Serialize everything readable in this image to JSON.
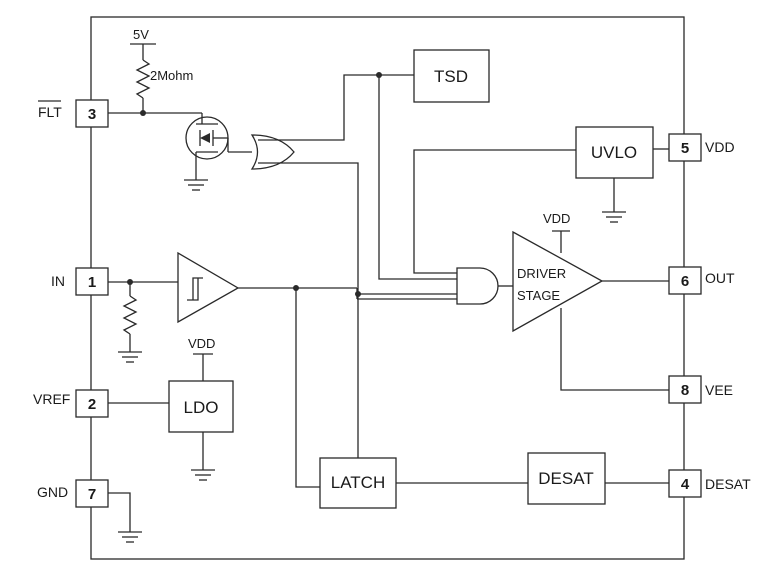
{
  "blocks": {
    "tsd": "TSD",
    "uvlo": "UVLO",
    "ldo": "LDO",
    "latch": "LATCH",
    "desat": "DESAT",
    "driver_line1": "DRIVER",
    "driver_line2": "STAGE"
  },
  "pins": {
    "flt": {
      "number": "3",
      "label": "FLT"
    },
    "in": {
      "number": "1",
      "label": "IN"
    },
    "vref": {
      "number": "2",
      "label": "VREF"
    },
    "gnd": {
      "number": "7",
      "label": "GND"
    },
    "vdd": {
      "number": "5",
      "label": "VDD"
    },
    "out": {
      "number": "6",
      "label": "OUT"
    },
    "vee": {
      "number": "8",
      "label": "VEE"
    },
    "desat": {
      "number": "4",
      "label": "DESAT"
    }
  },
  "labels": {
    "supply_5v": "5V",
    "pullup": "2Mohm",
    "vdd_ldo": "VDD",
    "vdd_driver": "VDD"
  }
}
